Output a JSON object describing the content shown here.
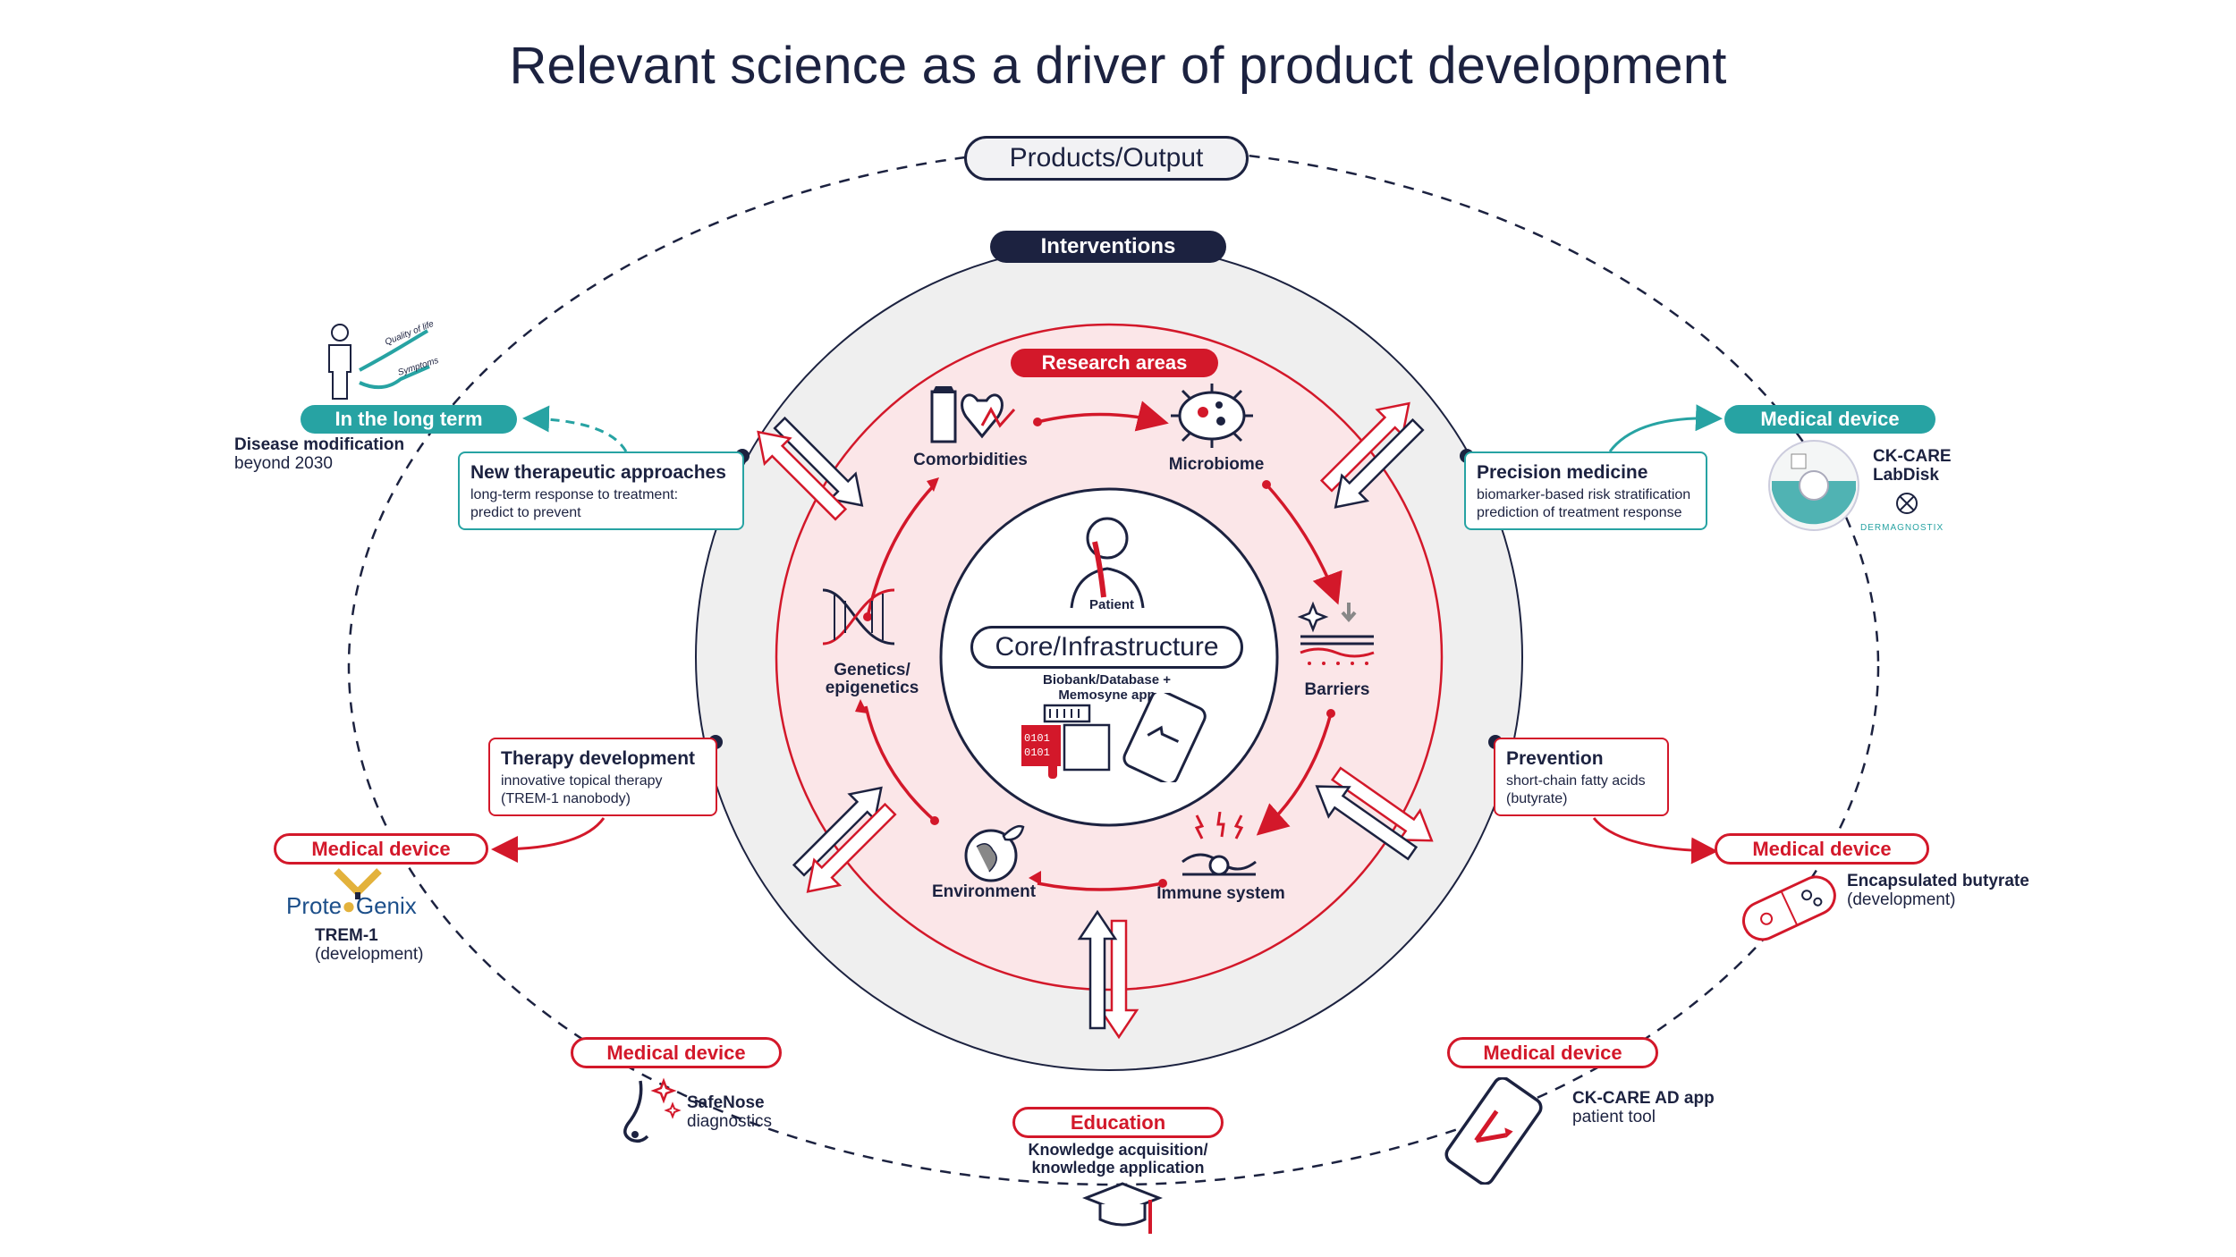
{
  "title": "Relevant science as a driver of product development",
  "layers": {
    "products": "Products/Output",
    "interventions": "Interventions",
    "research": "Research areas",
    "core": "Core/Infrastructure",
    "core_sub": "Biobank/Database + Memosyne app",
    "patient": "Patient"
  },
  "research_areas": {
    "comorbidities": "Comorbidities",
    "microbiome": "Microbiome",
    "genetics": "Genetics/ epigenetics",
    "barriers": "Barriers",
    "environment": "Environment",
    "immune": "Immune system"
  },
  "interventions": {
    "therapeutic": {
      "title": "New therapeutic approaches",
      "line1": "long-term response to treatment:",
      "line2": "predict to prevent"
    },
    "precision": {
      "title": "Precision medicine",
      "line1": "biomarker-based risk stratification",
      "line2": "prediction of treatment response"
    },
    "therapy": {
      "title": "Therapy development",
      "line1": "innovative topical therapy",
      "line2": "(TREM-1 nanobody)"
    },
    "prevention": {
      "title": "Prevention",
      "line1": "short-chain fatty acids",
      "line2": "(butyrate)"
    }
  },
  "outputs": {
    "longterm": {
      "pill": "In the long term",
      "bold": "Disease modification",
      "text": "beyond 2030",
      "icon_label1": "Quality of life",
      "icon_label2": "Symptoms"
    },
    "labdisk": {
      "pill": "Medical device",
      "bold1": "CK-CARE",
      "bold2": "LabDisk",
      "brand": "DERMAGNOSTIX"
    },
    "trem": {
      "pill": "Medical device",
      "brand1": "Prote",
      "brand2": "Genix",
      "bold": "TREM-1",
      "text": "(development)"
    },
    "butyrate": {
      "pill": "Medical device",
      "bold": "Encapsulated butyrate",
      "text": "(development)"
    },
    "safenose": {
      "pill": "Medical device",
      "bold": "SafeNose",
      "text": "diagnostics"
    },
    "education": {
      "pill": "Education",
      "bold1": "Knowledge acquisition/",
      "bold2": "knowledge application"
    },
    "app": {
      "pill": "Medical device",
      "bold": "CK-CARE AD app",
      "text": "patient tool"
    }
  },
  "icons": [
    "person-quality-icon",
    "labdisk-icon",
    "protegenix-logo",
    "capsule-icon",
    "nose-icon",
    "graduation-cap-icon",
    "phone-app-icon",
    "comorbidities-icon",
    "microbiome-icon",
    "dna-icon",
    "barriers-icon",
    "globe-icon",
    "immune-icon",
    "patient-icon",
    "server-icon",
    "phone-icon"
  ],
  "colors": {
    "navy": "#1c2240",
    "red": "#d3182a",
    "teal": "#27a3a3",
    "grey_ring": "#efefef",
    "pink_ring": "#fbe6e8"
  }
}
